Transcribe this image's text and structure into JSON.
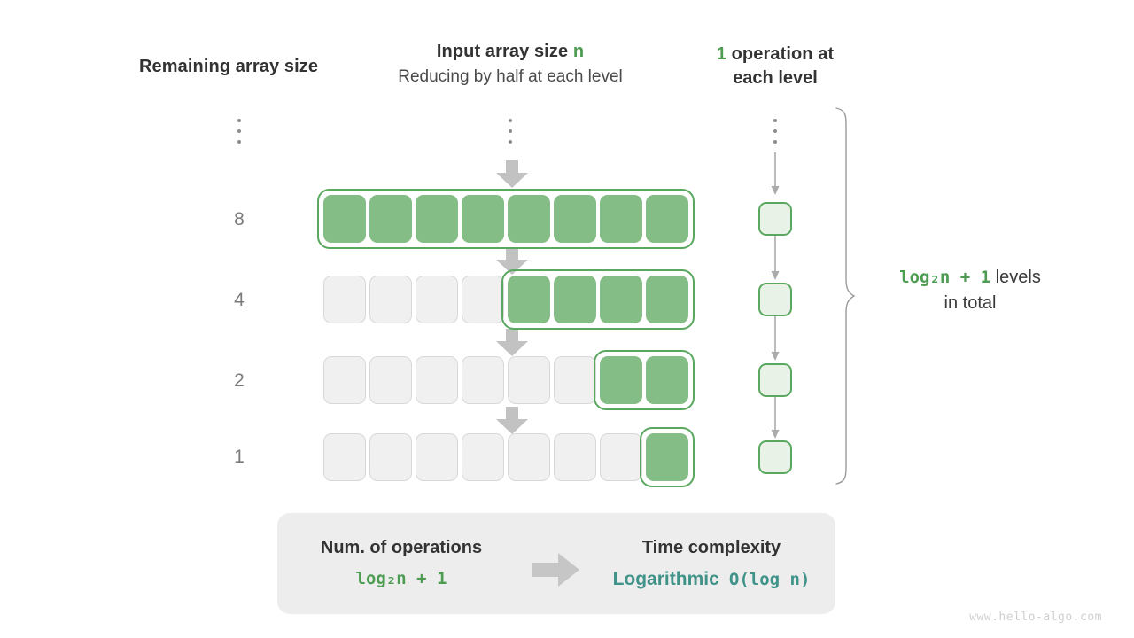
{
  "headers": {
    "left": {
      "title": "Remaining array size"
    },
    "center": {
      "title_prefix": "Input array size ",
      "title_symbol": "n",
      "subtitle": "Reducing by half at each level"
    },
    "right": {
      "count": "1",
      "line1_rest": " operation at",
      "line2": "each level"
    }
  },
  "size_labels": [
    "8",
    "4",
    "2",
    "1"
  ],
  "rows": [
    {
      "size": "8",
      "total_cells": 8,
      "filled": 8,
      "filled_start": 0
    },
    {
      "size": "4",
      "total_cells": 8,
      "filled": 4,
      "filled_start": 4
    },
    {
      "size": "2",
      "total_cells": 8,
      "filled": 2,
      "filled_start": 6
    },
    {
      "size": "1",
      "total_cells": 8,
      "filled": 1,
      "filled_start": 7
    }
  ],
  "operations": {
    "boxes_per_level": 1,
    "levels": 4
  },
  "levels_note": {
    "formula": "log₂n + 1",
    "tail": " levels",
    "second_line": "in total"
  },
  "summary": {
    "left_title": "Num. of operations",
    "left_value": "log₂n + 1",
    "right_title": "Time complexity",
    "right_value_word": "Logarithmic",
    "right_value_big_o": "O(log n)"
  },
  "watermark": "www.hello-algo.com",
  "colors": {
    "cell_fill_green": "#84bd85",
    "cell_border_green": "#5aa85f",
    "cell_empty_fill": "#f0f0f0",
    "cell_empty_border": "#d8d8d8",
    "op_box_fill": "#e8f2e6",
    "text_green": "#4d9c51",
    "text_teal": "#3f9389",
    "arrow_gray": "#c2c2c2",
    "label_gray": "#7a7a7a",
    "summary_bg": "#ededed",
    "watermark_gray": "#cfcfcf"
  }
}
